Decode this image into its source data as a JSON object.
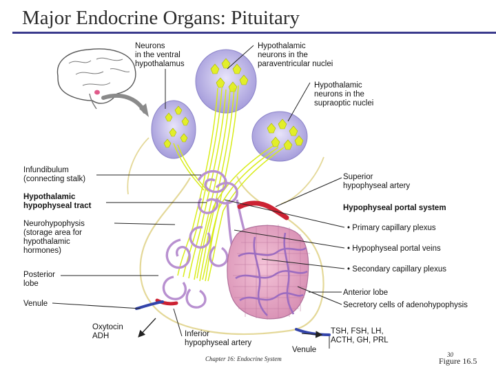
{
  "slide": {
    "title": "Major Endocrine Organs: Pituitary",
    "footer": "Chapter 16: Endocrine System",
    "slide_number": "30",
    "figure_ref": "Figure 16.5"
  },
  "colors": {
    "title_rule": "#3a3a8c",
    "nucleus_fill": "#b8b0e8",
    "neuron_fibers": "#d8ec18",
    "capillary_purple": "#c8a8dc",
    "anterior_lobe": "#e8a8c8",
    "artery_red": "#cc2233",
    "venule_blue": "#3344aa"
  },
  "labels": {
    "neurons_ventral": [
      "Neurons",
      "in the ventral",
      "hypothalamus"
    ],
    "hypo_paraventricular": [
      "Hypothalamic",
      "neurons in the",
      "paraventricular nuclei"
    ],
    "hypo_supraoptic": [
      "Hypothalamic",
      "neurons in the",
      "supraoptic nuclei"
    ],
    "infundibulum": [
      "Infundibulum",
      "(connecting stalk)"
    ],
    "hypothalamic_tract": [
      "Hypothalamic",
      "hypophyseal tract"
    ],
    "neurohypophysis": [
      "Neurohypophysis",
      "(storage area for",
      "hypothalamic",
      "hormones)"
    ],
    "posterior_lobe": [
      "Posterior",
      "lobe"
    ],
    "venule_left": "Venule",
    "oxytocin_adh": [
      "Oxytocin",
      "ADH"
    ],
    "inferior_artery": [
      "Inferior",
      "hypophyseal artery"
    ],
    "venule_bottom": "Venule",
    "superior_artery": [
      "Superior",
      "hypophyseal artery"
    ],
    "portal_system": "Hypophyseal portal system",
    "primary_plexus": "• Primary capillary plexus",
    "portal_veins": "• Hypophyseal portal veins",
    "secondary_plexus": "• Secondary capillary plexus",
    "anterior_lobe": "Anterior lobe",
    "secretory_cells": "Secretory cells of adenohypophysis",
    "anterior_hormones": [
      "TSH, FSH, LH,",
      "ACTH, GH, PRL"
    ]
  }
}
